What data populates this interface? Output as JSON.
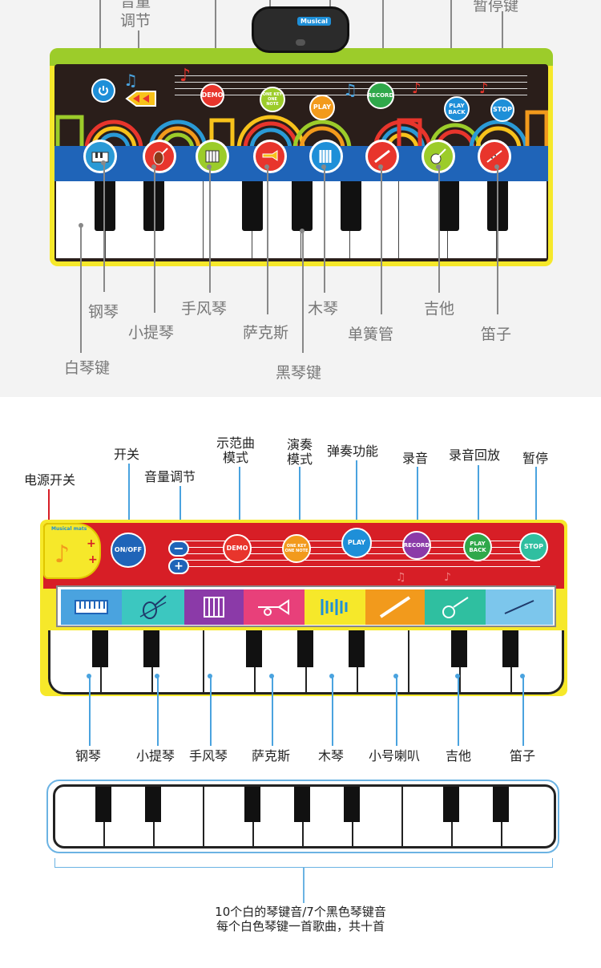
{
  "top": {
    "labels_above": {
      "volume": "音量\n调节",
      "pause": "暂停键"
    },
    "buttons": {
      "demo": "DEMO",
      "one_key": "ONE KEY ONE NOTE",
      "play": "PLAY",
      "record": "RECORD",
      "play_back": "PLAY BACK",
      "stop": "STOP"
    },
    "speaker_text": "Musical",
    "labels_below": {
      "piano": "钢琴",
      "violin": "小提琴",
      "white_key": "白琴键",
      "accordion": "手风琴",
      "saxophone": "萨克斯",
      "black_key": "黑琴键",
      "xylophone": "木琴",
      "clarinet": "单簧管",
      "guitar": "吉他",
      "flute": "笛子"
    }
  },
  "bottom": {
    "labels_above": {
      "power": "电源开关",
      "onoff": "开关",
      "volume": "音量调节",
      "demo": "示范曲\n模式",
      "play_mode": "演奏\n模式",
      "play_func": "弹奏功能",
      "record": "录音",
      "playback": "录音回放",
      "pause": "暂停"
    },
    "buttons": {
      "onoff": "ON/OFF",
      "demo": "DEMO",
      "one_key": "ONE KEY ONE NOTE",
      "play": "PLAY",
      "record": "RECORD",
      "play_back": "PLAY BACK",
      "stop": "STOP",
      "minus": "−",
      "plus": "+"
    },
    "logo_text": "Musical mats",
    "labels_below": {
      "piano": "钢琴",
      "violin": "小提琴",
      "accordion": "手风琴",
      "saxophone": "萨克斯",
      "xylophone": "木琴",
      "trumpet": "小号喇叭",
      "guitar": "吉他",
      "flute": "笛子"
    },
    "caption_line1": "10个白的琴键音/7个黑色琴键音",
    "caption_line2": "每个白色琴键一首歌曲，共十首"
  },
  "colors": {
    "mat_yellow": "#f6e82a",
    "mat_red": "#d71e26",
    "strip_blue": "#1f64b8",
    "label_gray": "#777777",
    "leader_blue": "#4aa3df",
    "leader_red": "#d71e26"
  }
}
